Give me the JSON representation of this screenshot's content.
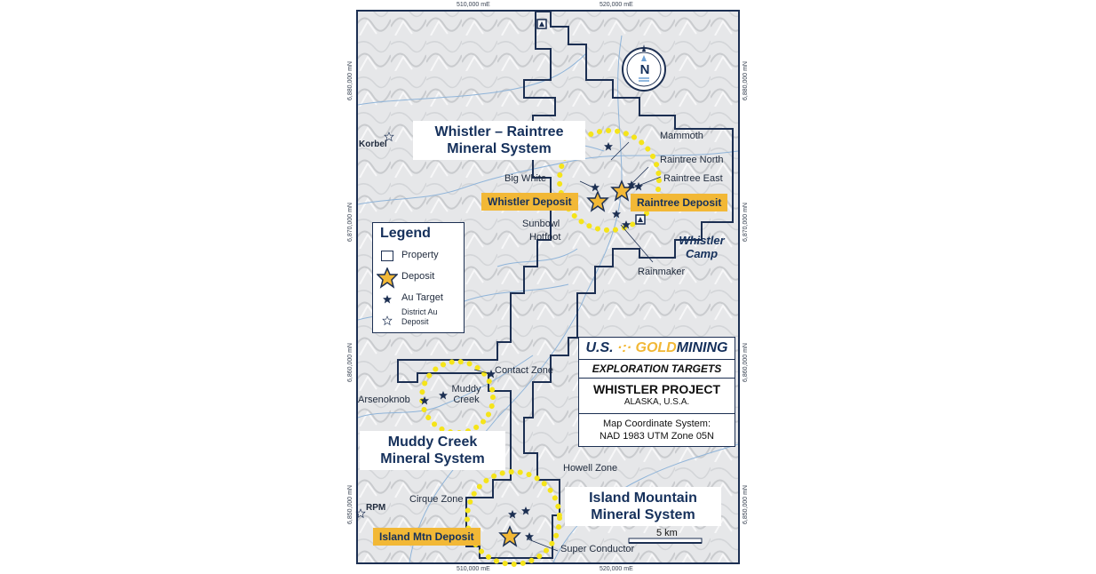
{
  "map": {
    "coords_top": [
      "510,000 mE",
      "520,000 mE"
    ],
    "coords_bottom": [
      "510,000 mE",
      "520,000 mE"
    ],
    "coords_left": [
      "6,880,000 mN",
      "6,870,000 mN",
      "6,860,000 mN",
      "6,850,000 mN"
    ],
    "coords_right": [
      "6,880,000 mN",
      "6,870,000 mN",
      "6,860,000 mN",
      "6,850,000 mN"
    ],
    "north_label": "N",
    "systems": {
      "whistler_raintree": "Whistler – Raintree Mineral System",
      "muddy_creek": "Muddy Creek Mineral System",
      "island_mountain": "Island Mountain Mineral System"
    },
    "deposits": {
      "whistler": "Whistler Deposit",
      "raintree": "Raintree Deposit",
      "island_mtn": "Island Mtn Deposit"
    },
    "camp": "Whistler Camp",
    "targets": {
      "mammoth": "Mammoth",
      "raintree_north": "Raintree North",
      "raintree_east": "Raintree East",
      "big_white": "Big White",
      "sunbowl": "Sunbowl",
      "hotfoot": "Hotfoot",
      "rainmaker": "Rainmaker",
      "contact_zone": "Contact Zone",
      "muddy_creek": "Muddy Creek",
      "arsenoknob": "Arsenoknob",
      "howell_zone": "Howell Zone",
      "cirque_zone": "Cirque Zone",
      "super_conductor": "Super Conductor"
    },
    "district": {
      "korbel": "Korbel",
      "rpm": "RPM"
    },
    "scale_label": "5 km",
    "colors": {
      "brand_navy": "#15305b",
      "deposit_gold": "#f2b836",
      "circle_yellow": "#f5e41a"
    }
  },
  "legend": {
    "title": "Legend",
    "property": "Property",
    "deposit": "Deposit",
    "au_target": "Au Target",
    "district_au_deposit": "District Au Deposit"
  },
  "titleblock": {
    "brand_us": "U.S.",
    "brand_gold": "GOLD",
    "brand_mining": "MINING",
    "subtitle": "EXPLORATION TARGETS",
    "project": "WHISTLER PROJECT",
    "location": "ALASKA, U.S.A.",
    "coord_system_label": "Map Coordinate System:",
    "coord_system_value": "NAD 1983 UTM Zone 05N"
  }
}
